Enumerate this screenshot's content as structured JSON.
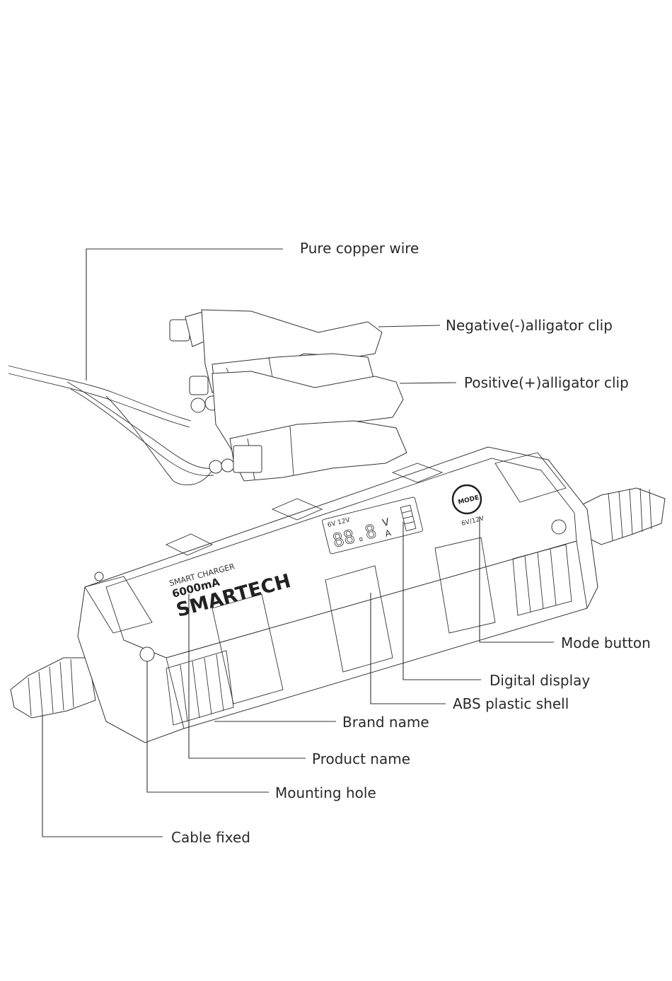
{
  "device": {
    "subtitle": "SMART CHARGER",
    "product": "6000mA",
    "brand": "SMARTECH",
    "display_digits": "88.8",
    "display_unit_v": "V",
    "display_unit_a": "A",
    "display_top": "6V  12V",
    "mode_label": "MODE",
    "mode_sub": "6V/12V"
  },
  "callouts": {
    "copper_wire": "Pure copper wire",
    "negative_clip": "Negative(-)alligator clip",
    "positive_clip": "Positive(+)alligator clip",
    "mode_button": "Mode button",
    "digital_display": "Digital display",
    "abs_shell": "ABS plastic shell",
    "brand_name": "Brand name",
    "product_name": "Product name",
    "mounting_hole": "Mounting hole",
    "cable_fixed": "Cable fixed"
  }
}
